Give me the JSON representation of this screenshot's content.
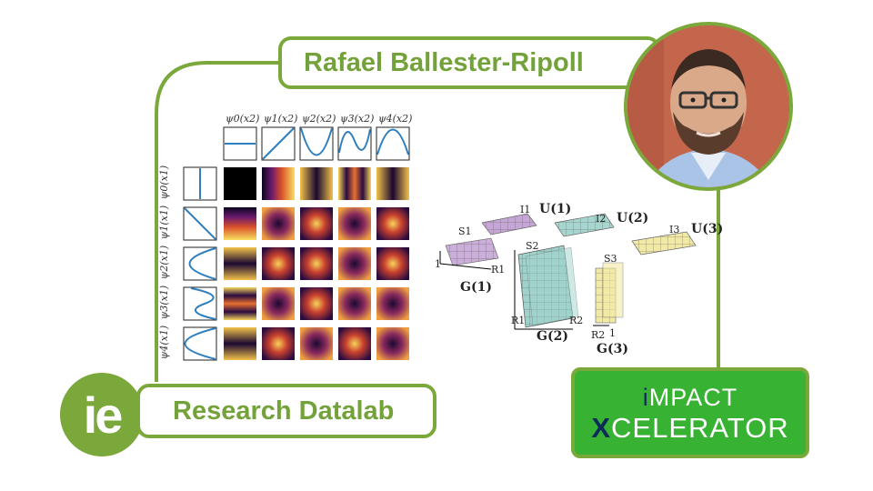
{
  "speaker": {
    "name": "Rafael Ballester-Ripoll"
  },
  "organization": {
    "logo_text": "ie",
    "lab_name": "Research Datalab"
  },
  "partner_logo": {
    "line1_prefix": "i",
    "line1_rest": "MPACT",
    "line2_prefix": "X",
    "line2_rest": "CELERATOR"
  },
  "basis_figure": {
    "column_headers": [
      "ψ0(x2)",
      "ψ1(x2)",
      "ψ2(x2)",
      "ψ3(x2)",
      "ψ4(x2)"
    ],
    "row_headers": [
      "ψ0(x1)",
      "ψ1(x1)",
      "ψ2(x1)",
      "ψ3(x1)",
      "ψ4(x1)"
    ]
  },
  "tensor_figure": {
    "u_labels": [
      "U(1)",
      "U(2)",
      "U(3)"
    ],
    "i_labels": [
      "I1",
      "I2",
      "I3"
    ],
    "s_labels": [
      "S1",
      "S2",
      "S3"
    ],
    "g_labels": [
      "G(1)",
      "G(2)",
      "G(3)"
    ],
    "r_labels": [
      "R1",
      "R2",
      "R1",
      "R2"
    ],
    "ones": [
      "1",
      "1"
    ]
  },
  "colors": {
    "brand_green": "#7aa83a",
    "impact_green": "#37b233",
    "impact_navy": "#0c2a5a"
  }
}
